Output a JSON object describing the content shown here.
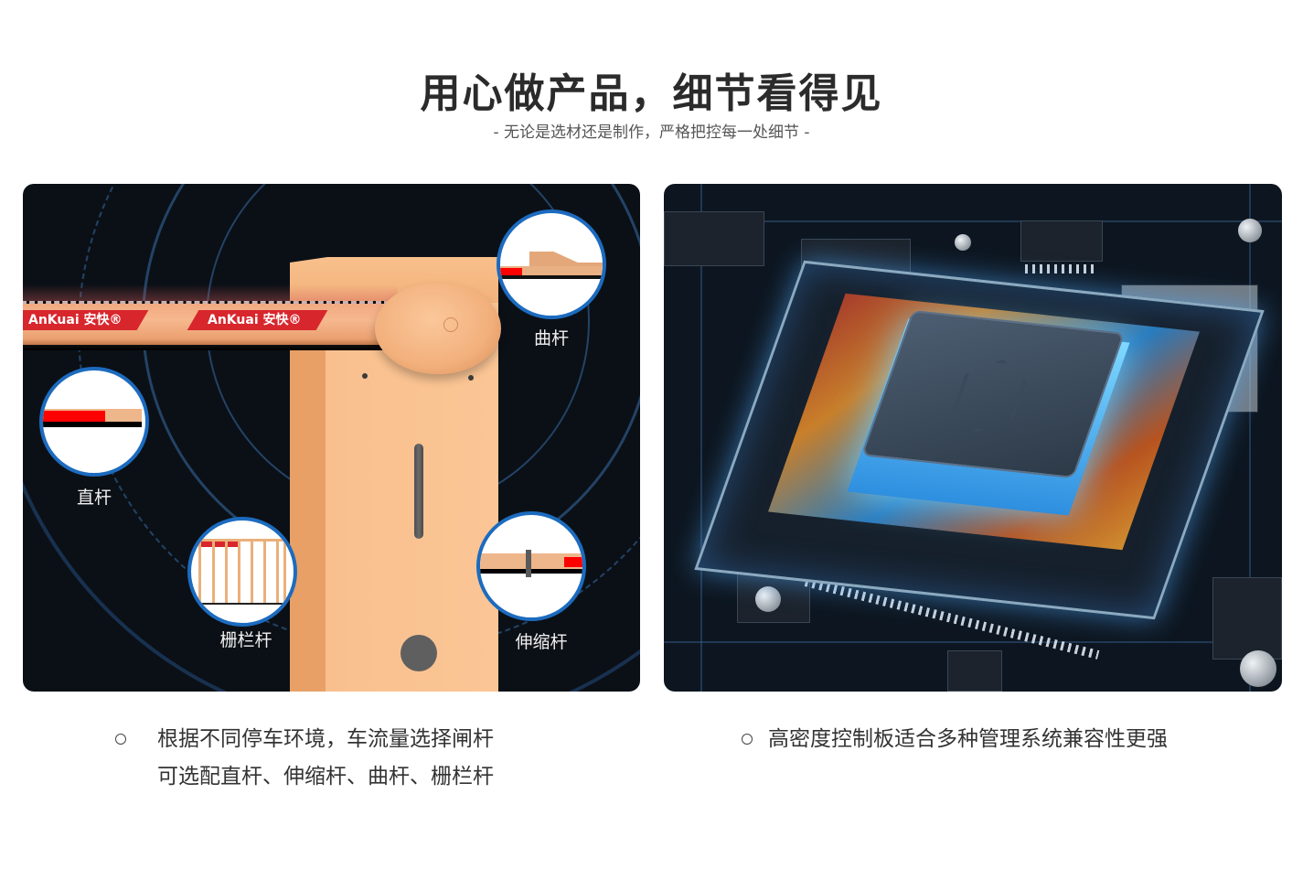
{
  "header": {
    "title": "用心做产品，细节看得见",
    "subtitle": "- 无论是选材还是制作，严格把控每一处细节 -"
  },
  "left_panel": {
    "brand_text": "AnKuai 安快®",
    "details": [
      {
        "label": "曲杆"
      },
      {
        "label": "直杆"
      },
      {
        "label": "栅栏杆"
      },
      {
        "label": "伸缩杆"
      }
    ],
    "description": {
      "line1": "根据不同停车环境，车流量选择闸杆",
      "line2": "可选配直杆、伸缩杆、曲杆、栅栏杆"
    }
  },
  "right_panel": {
    "description": "高密度控制板适合多种管理系统兼容性更强"
  },
  "colors": {
    "title": "#2b2b2b",
    "barrier_orange": "#fbc595",
    "brand_red": "#d8262d",
    "detail_ring_blue": "#1c6bbf",
    "panel_bg": "#0b1016"
  }
}
